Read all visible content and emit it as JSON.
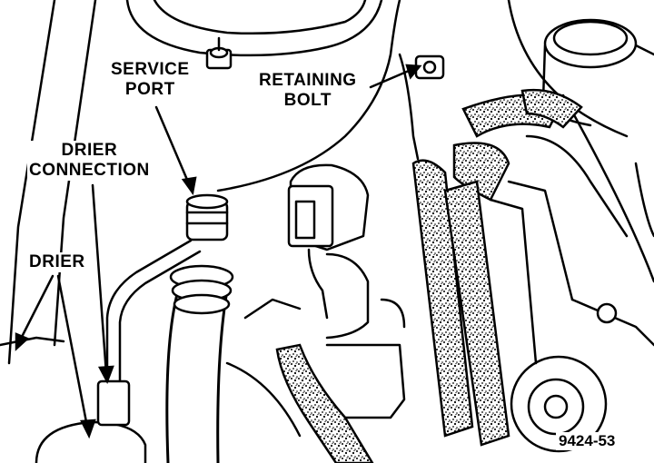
{
  "labels": {
    "service_port": [
      "SERVICE",
      "PORT"
    ],
    "retaining_bolt": [
      "RETAINING",
      "BOLT"
    ],
    "drier_connection": [
      "DRIER",
      "CONNECTION"
    ],
    "drier": "DRIER"
  },
  "figure_number": "9424-53",
  "colors": {
    "ink": "#000000",
    "paper": "#ffffff",
    "texture": "#1a1a1a"
  }
}
